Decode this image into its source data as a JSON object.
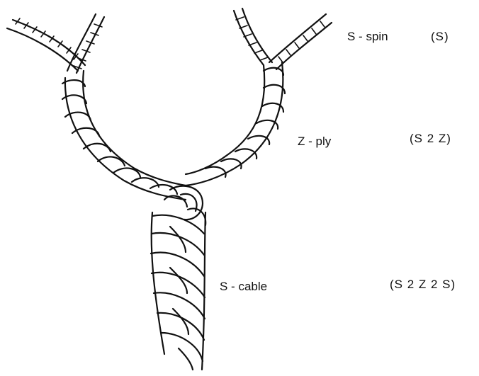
{
  "labels": {
    "spin": "S - spin",
    "ply": "Z - ply",
    "cable": "S - cable"
  },
  "codes": {
    "spin": "(S)",
    "ply": "(S 2 Z)",
    "cable": "(S 2 Z 2 S)"
  }
}
